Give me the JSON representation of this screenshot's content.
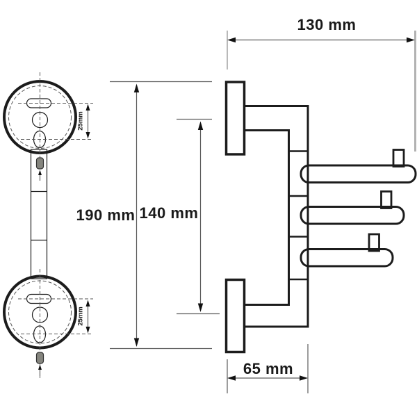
{
  "drawing": {
    "dimension_labels": {
      "top_width": "130 mm",
      "total_height": "190 mm",
      "hook_span": "140 mm",
      "depth": "65 mm",
      "top_plate_holes": "25mm",
      "bottom_plate_holes": "25mm"
    },
    "colors": {
      "outline": "#1c1c1c",
      "dimension": "#555555",
      "knob_fill": "#85857e",
      "background": "#ffffff"
    }
  }
}
